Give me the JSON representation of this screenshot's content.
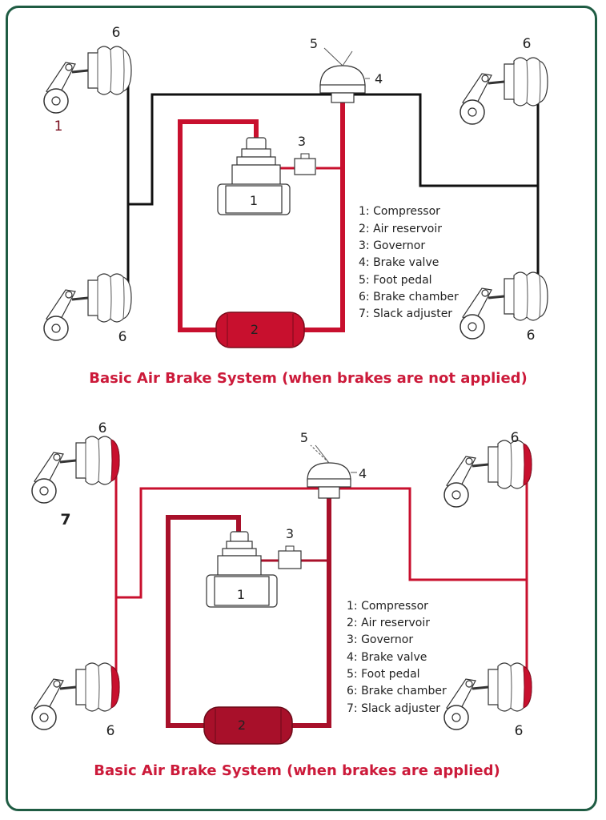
{
  "diagrams": [
    {
      "title": "Basic Air Brake System (when brakes are not applied)",
      "legend": [
        "1: Compressor",
        "2: Air reservoir",
        "3: Governor",
        "4: Brake valve",
        "5: Foot pedal",
        "6: Brake chamber",
        "7: Slack adjuster"
      ],
      "component_labels": {
        "compressor": "1",
        "reservoir": "2",
        "governor": "3",
        "brake_valve": "4",
        "foot_pedal": "5"
      },
      "chamber_labels": [
        "6",
        "6",
        "6",
        "6"
      ],
      "side_label": "1"
    },
    {
      "title": "Basic Air Brake System (when brakes are applied)",
      "legend": [
        "1: Compressor",
        "2: Air reservoir",
        "3: Governor",
        "4: Brake valve",
        "5: Foot pedal",
        "6: Brake chamber",
        "7: Slack adjuster"
      ],
      "component_labels": {
        "compressor": "1",
        "reservoir": "2",
        "governor": "3",
        "brake_valve": "4",
        "foot_pedal": "5"
      },
      "chamber_labels": [
        "6",
        "6",
        "6",
        "6"
      ],
      "side_label": "7"
    }
  ],
  "colors": {
    "frame": "#1f5c43",
    "supply_line": "#c8102e",
    "supply_line_dark": "#a8102a",
    "brake_line_released": "#111111",
    "brake_line_applied": "#c8102e",
    "chamber_applied": "#c8102e",
    "title": "#cc1a3a"
  }
}
